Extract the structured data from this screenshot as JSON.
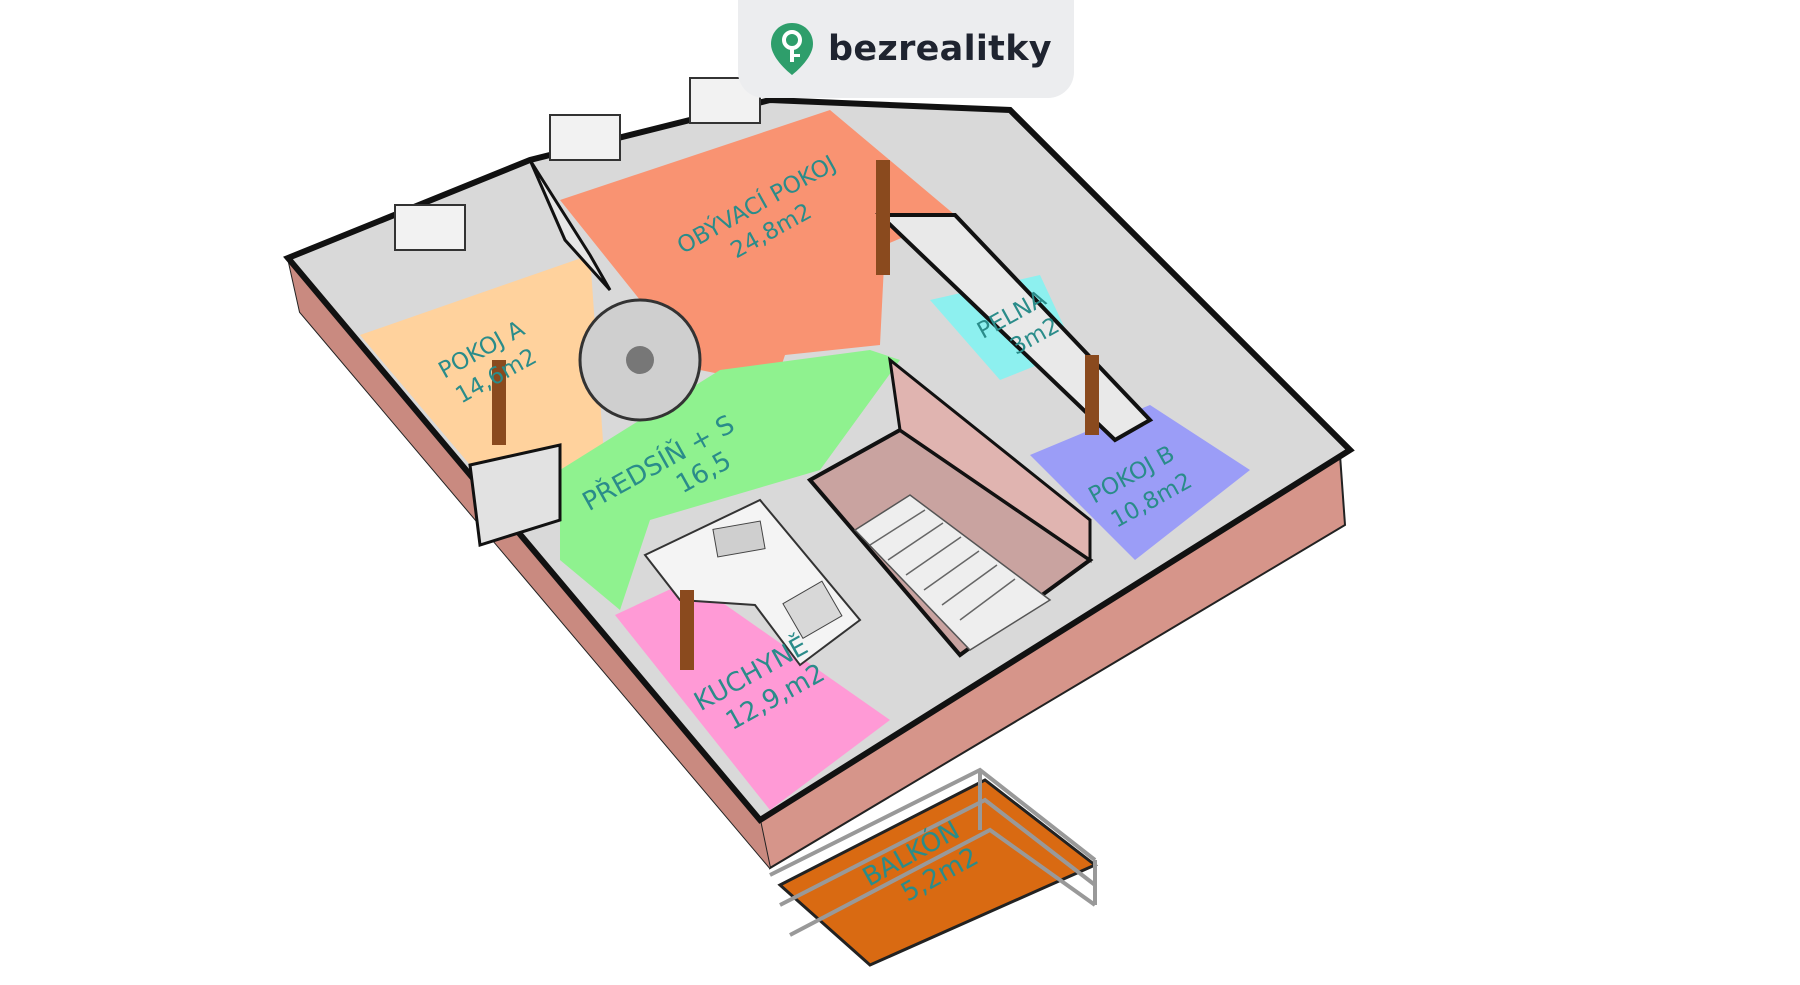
{
  "brand": {
    "name": "bezrealitky",
    "accent_color": "#2e9e6b",
    "logo_icon": "key-pin-icon"
  },
  "rooms": {
    "living_room": {
      "name": "OBÝVACÍ POKOJ",
      "area": "24,8m2",
      "color": "#f99372"
    },
    "room_a": {
      "name": "POKOJ A",
      "area": "14,6m2",
      "color": "#ffd29d"
    },
    "hall_staircase": {
      "name": "PŘEDSÍŇ + S",
      "area": "16,5",
      "color": "#8ff28f"
    },
    "bathroom": {
      "name": "PELNA",
      "area": "3m2",
      "color": "#8df0ef"
    },
    "room_b": {
      "name": "POKOJ B",
      "area": "10,8m2",
      "color": "#9b9df7"
    },
    "kitchen": {
      "name": "KUCHYNĚ",
      "area": "12,9,m2",
      "color": "#ff9ad6"
    },
    "balcony": {
      "name": "BALKÓN",
      "area": "5,2m2",
      "color": "#d96a12"
    }
  },
  "label_color": "#2a8c8a",
  "wall_color": "#111111",
  "exterior_wall_color": "#d6958a"
}
